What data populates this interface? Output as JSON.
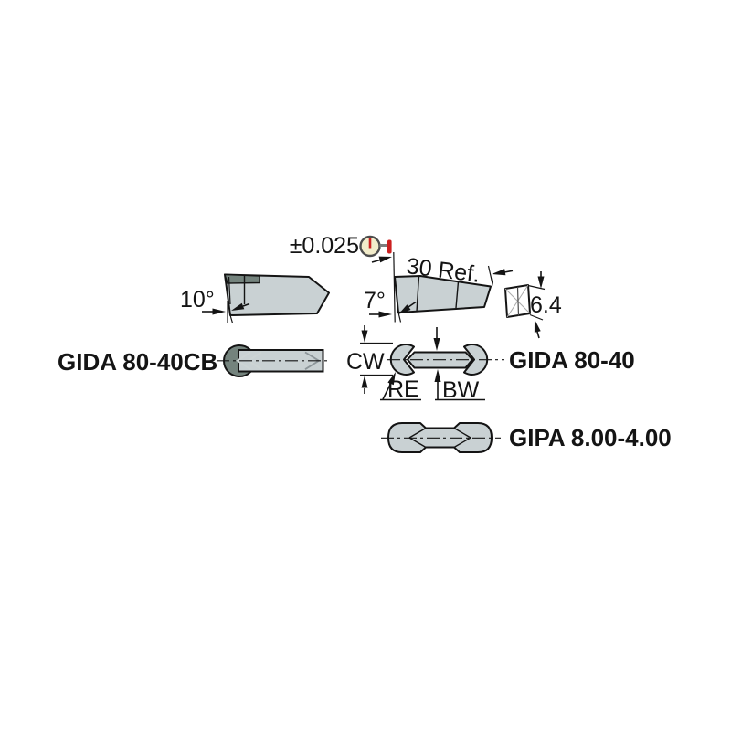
{
  "figure": {
    "type": "technical-tooling-diagram",
    "products": [
      {
        "name": "GIDA 80-40CB"
      },
      {
        "name": "GIDA 80-40"
      },
      {
        "name": "GIPA 8.00-4.00"
      }
    ],
    "dimensions": {
      "runout_tolerance": "±0.025",
      "reference_length": "30 Ref.",
      "front_clearance_angle": "10°",
      "side_clearance_angle": "7°",
      "section_thickness": "6.4",
      "cutting_width_label": "CW",
      "corner_radius_label": "RE",
      "body_width_label": "BW"
    },
    "icons": [
      {
        "name": "dial-indicator-icon",
        "meaning": "runout measurement gauge"
      }
    ],
    "colors": {
      "background": "#ffffff",
      "outline": "#141414",
      "insert_fill": "#c9d1d3",
      "cbn_tip_fill": "#74837d",
      "chevron_light": "#cdd4d4",
      "chevron_gray": "#8d969a",
      "dial_face": "#f2ecca",
      "dial_red": "#cc2020",
      "dial_stem": "#7d7d7d"
    }
  }
}
